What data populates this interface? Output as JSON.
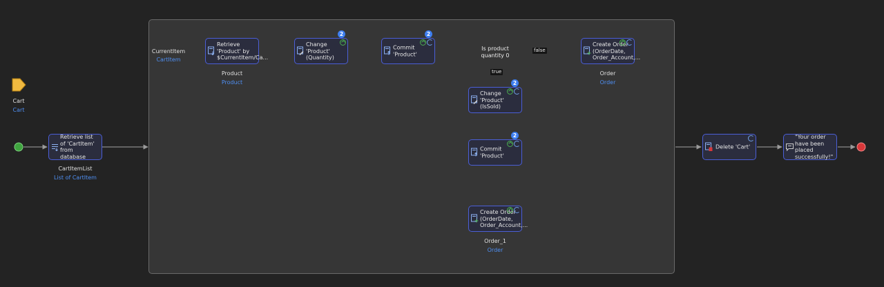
{
  "parameters": [
    {
      "name": "Cart",
      "type": "Cart"
    }
  ],
  "loop": {
    "iterator": "CurrentItem",
    "type": "CartItem"
  },
  "activities": {
    "retrieve_list": {
      "text": "Retrieve list of 'CartItem' from database",
      "var": "CartItemList",
      "type": "List of CartItem"
    },
    "retrieve_product": {
      "text": "Retrieve 'Product' by $CurrentItem/Ca...",
      "var": "Product",
      "type": "Product"
    },
    "change_quantity": {
      "text": "Change 'Product' (Quantity)",
      "count": "2"
    },
    "commit_product_1": {
      "text": "Commit 'Product'",
      "count": "2"
    },
    "decision": {
      "text": "Is product quantity 0"
    },
    "create_order": {
      "text": "Create Order (OrderDate, Order_Account,...",
      "var": "Order",
      "type": "Order"
    },
    "change_issold": {
      "text": "Change 'Product' (IsSold)",
      "count": "2"
    },
    "commit_product_2": {
      "text": "Commit 'Product'",
      "count": "2"
    },
    "create_order_1": {
      "text": "Create Order (OrderDate, Order_Account,...",
      "var": "Order_1",
      "type": "Order"
    },
    "delete_cart": {
      "text": "Delete 'Cart'"
    },
    "message": {
      "text": "\"Your order have been placed successfully!\""
    }
  },
  "flow_labels": {
    "false": "false",
    "true": "true"
  },
  "colors": {
    "start": "#3fa53f",
    "end": "#d9383a",
    "accent": "#4b5fd8",
    "type_text": "#4f8ff2",
    "param": "#e0a526"
  }
}
